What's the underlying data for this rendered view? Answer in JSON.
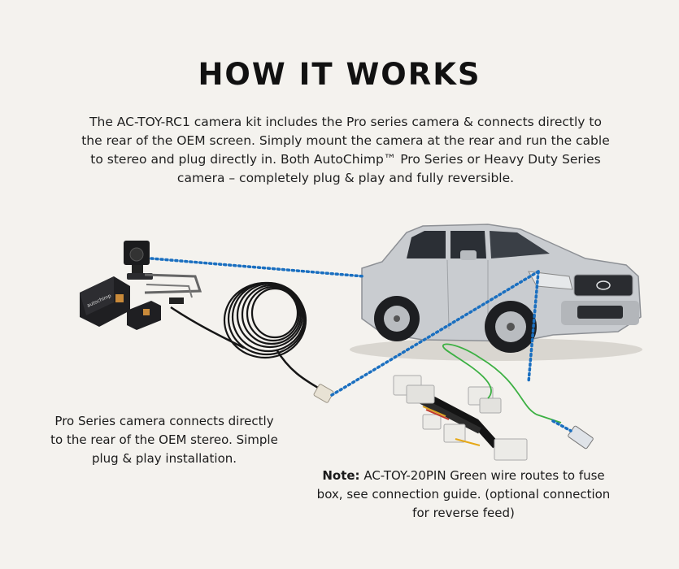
{
  "heading": "HOW IT WORKS",
  "intro": "The AC-TOY-RC1 camera kit includes the Pro series camera & connects directly to the rear of the OEM screen. Simply mount the camera at the rear and run the cable to stereo and plug directly in. Both AutoChimp™ Pro Series or Heavy Duty Series camera – completely plug & play and fully reversible.",
  "camera_caption": "Pro Series camera connects directly to the rear of the OEM stereo. Simple plug & play installation.",
  "harness_note": {
    "label": "Note:",
    "text": " AC-TOY-20PIN Green wire routes to fuse box, see connection guide. (optional connection for reverse feed)"
  },
  "bracket_brand": "autochimp",
  "colors": {
    "background": "#f4f2ee",
    "dotted_line": "#1a6fc0",
    "green_wire": "#3cb043",
    "truck_body": "#c9ccd0"
  }
}
